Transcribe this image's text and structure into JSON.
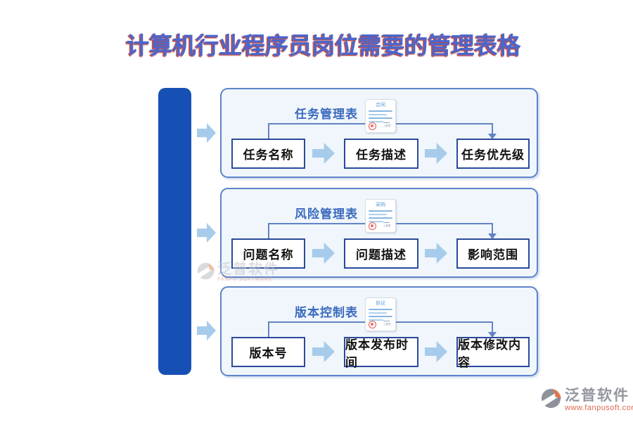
{
  "page": {
    "title": "计算机行业程序员岗位需要的管理表格"
  },
  "panels": [
    {
      "title": "任务管理表",
      "icon_label": "合同",
      "stamp_caption": "上管理",
      "boxes": [
        "任务名称",
        "任务描述",
        "任务优先级"
      ]
    },
    {
      "title": "风险管理表",
      "icon_label": "采购",
      "stamp_caption": "上管理",
      "boxes": [
        "问题名称",
        "问题描述",
        "影响范围"
      ]
    },
    {
      "title": "版本控制表",
      "icon_label": "协议",
      "stamp_caption": "上管理",
      "boxes": [
        "版本号",
        "版本发布时间",
        "版本修改内容"
      ]
    }
  ],
  "watermark": {
    "name": "泛普软件",
    "caption": "FANPU SOFTWARE"
  },
  "footer_logo": {
    "name": "泛普软件",
    "url": "www.fanpusoft.com"
  },
  "colors": {
    "spine_blue": "#1750b4",
    "panel_border": "#5d84c9",
    "panel_fill": "#f0f6fb",
    "node_border": "#2b4a9d",
    "arrow_light_blue": "#a7cceb",
    "connector_blue": "#6383c6",
    "panel_title_blue": "#3a6abf",
    "title_blue": "#4c66cb",
    "title_red_shadow": "#b23434",
    "stamp_red": "#e0574f",
    "url_orange": "#dd6950"
  }
}
